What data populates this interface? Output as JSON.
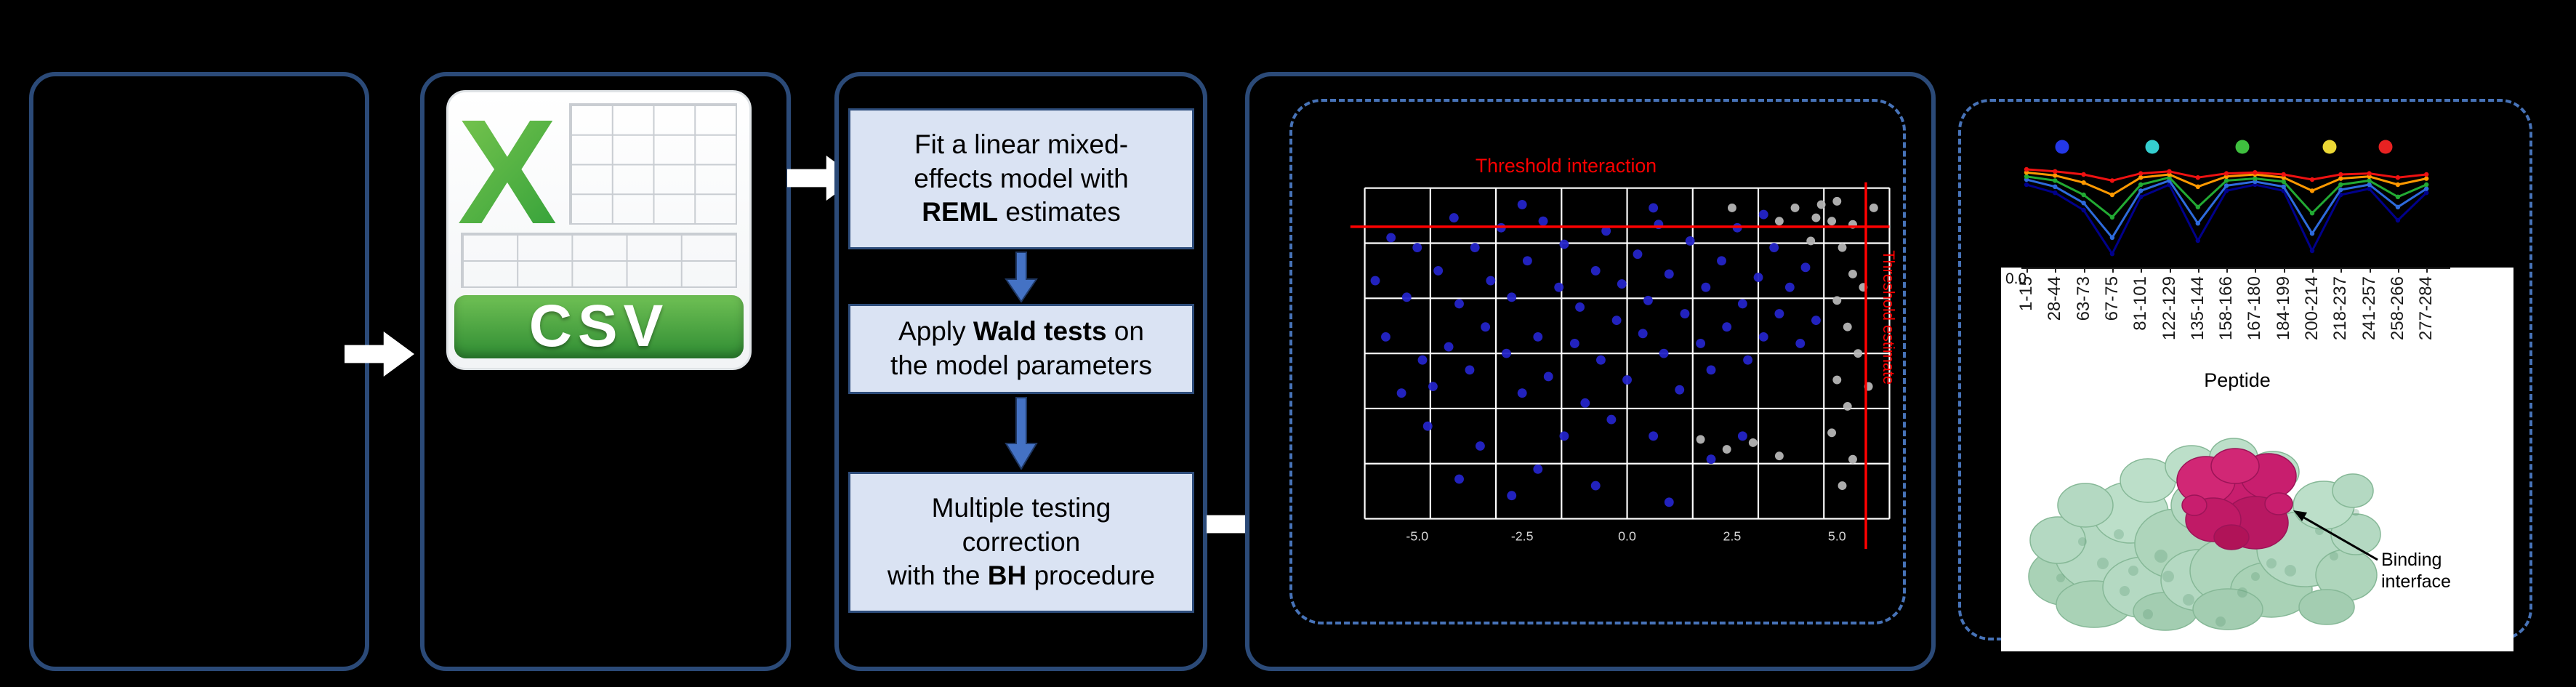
{
  "panels": {
    "csv": {
      "icon_letter": "X",
      "icon_label": "CSV"
    },
    "pipeline": {
      "steps": [
        {
          "id": "reml",
          "lines": [
            [
              {
                "t": "Fit a linear mixed-"
              }
            ],
            [
              {
                "t": "effects model with"
              }
            ],
            [
              {
                "t": "REML",
                "b": true
              },
              {
                "t": " estimates"
              }
            ]
          ]
        },
        {
          "id": "wald",
          "lines": [
            [
              {
                "t": "Apply "
              },
              {
                "t": "Wald tests",
                "b": true
              },
              {
                "t": " on"
              }
            ],
            [
              {
                "t": "the model parameters"
              }
            ]
          ]
        },
        {
          "id": "bh",
          "lines": [
            [
              {
                "t": "Multiple testing"
              }
            ],
            [
              {
                "t": "correction"
              }
            ],
            [
              {
                "t": "with the "
              },
              {
                "t": "BH",
                "b": true
              },
              {
                "t": " procedure"
              }
            ]
          ]
        }
      ]
    }
  },
  "chart_data": [
    {
      "type": "scatter",
      "title": "Threshold interaction",
      "right_label": "Threshold estimate",
      "threshold_color": "#ff0000",
      "grid": {
        "v": 9,
        "h": 7
      },
      "threshold_interaction_frac": 0.117,
      "threshold_estimate_frac": 0.955,
      "x_ticks": [
        "-5.0",
        "-2.5",
        "0.0",
        "2.5",
        "5.0"
      ],
      "x_tick_fracs": [
        0.1,
        0.3,
        0.5,
        0.7,
        0.9
      ],
      "series": [
        {
          "name": "blue",
          "color": "#2424c8",
          "r": 6.5,
          "points": [
            [
              0.02,
              0.28
            ],
            [
              0.04,
              0.45
            ],
            [
              0.05,
              0.15
            ],
            [
              0.07,
              0.62
            ],
            [
              0.08,
              0.33
            ],
            [
              0.1,
              0.18
            ],
            [
              0.11,
              0.52
            ],
            [
              0.13,
              0.6
            ],
            [
              0.14,
              0.25
            ],
            [
              0.16,
              0.48
            ],
            [
              0.17,
              0.09
            ],
            [
              0.18,
              0.35
            ],
            [
              0.2,
              0.55
            ],
            [
              0.21,
              0.18
            ],
            [
              0.23,
              0.42
            ],
            [
              0.24,
              0.28
            ],
            [
              0.26,
              0.12
            ],
            [
              0.27,
              0.5
            ],
            [
              0.28,
              0.33
            ],
            [
              0.3,
              0.62
            ],
            [
              0.3,
              0.05
            ],
            [
              0.31,
              0.22
            ],
            [
              0.33,
              0.45
            ],
            [
              0.34,
              0.1
            ],
            [
              0.35,
              0.57
            ],
            [
              0.37,
              0.3
            ],
            [
              0.38,
              0.17
            ],
            [
              0.4,
              0.47
            ],
            [
              0.41,
              0.36
            ],
            [
              0.42,
              0.65
            ],
            [
              0.44,
              0.25
            ],
            [
              0.45,
              0.52
            ],
            [
              0.46,
              0.13
            ],
            [
              0.48,
              0.4
            ],
            [
              0.49,
              0.29
            ],
            [
              0.5,
              0.58
            ],
            [
              0.52,
              0.2
            ],
            [
              0.53,
              0.44
            ],
            [
              0.54,
              0.34
            ],
            [
              0.55,
              0.06
            ],
            [
              0.56,
              0.11
            ],
            [
              0.57,
              0.5
            ],
            [
              0.58,
              0.26
            ],
            [
              0.6,
              0.61
            ],
            [
              0.61,
              0.38
            ],
            [
              0.62,
              0.16
            ],
            [
              0.64,
              0.47
            ],
            [
              0.65,
              0.3
            ],
            [
              0.66,
              0.55
            ],
            [
              0.68,
              0.22
            ],
            [
              0.69,
              0.42
            ],
            [
              0.71,
              0.12
            ],
            [
              0.72,
              0.35
            ],
            [
              0.73,
              0.52
            ],
            [
              0.75,
              0.27
            ],
            [
              0.76,
              0.08
            ],
            [
              0.76,
              0.45
            ],
            [
              0.78,
              0.18
            ],
            [
              0.79,
              0.38
            ],
            [
              0.81,
              0.3
            ],
            [
              0.83,
              0.47
            ],
            [
              0.84,
              0.24
            ],
            [
              0.86,
              0.4
            ],
            [
              0.12,
              0.72
            ],
            [
              0.22,
              0.78
            ],
            [
              0.33,
              0.85
            ],
            [
              0.44,
              0.9
            ],
            [
              0.47,
              0.7
            ],
            [
              0.55,
              0.75
            ],
            [
              0.66,
              0.82
            ],
            [
              0.28,
              0.93
            ],
            [
              0.58,
              0.95
            ],
            [
              0.18,
              0.88
            ],
            [
              0.72,
              0.75
            ],
            [
              0.38,
              0.75
            ]
          ]
        },
        {
          "name": "gray",
          "color": "#b5b5b5",
          "r": 6,
          "points": [
            [
              0.89,
              0.1
            ],
            [
              0.91,
              0.18
            ],
            [
              0.93,
              0.26
            ],
            [
              0.9,
              0.34
            ],
            [
              0.92,
              0.42
            ],
            [
              0.94,
              0.5
            ],
            [
              0.9,
              0.58
            ],
            [
              0.92,
              0.66
            ],
            [
              0.89,
              0.74
            ],
            [
              0.93,
              0.82
            ],
            [
              0.91,
              0.9
            ],
            [
              0.95,
              0.3
            ],
            [
              0.96,
              0.6
            ],
            [
              0.7,
              0.06
            ],
            [
              0.79,
              0.1
            ],
            [
              0.85,
              0.16
            ],
            [
              0.97,
              0.06
            ],
            [
              0.87,
              0.05
            ],
            [
              0.93,
              0.11
            ],
            [
              0.64,
              0.76
            ],
            [
              0.69,
              0.79
            ],
            [
              0.74,
              0.77
            ],
            [
              0.79,
              0.81
            ],
            [
              0.82,
              0.06
            ],
            [
              0.86,
              0.09
            ],
            [
              0.9,
              0.04
            ]
          ]
        }
      ]
    },
    {
      "type": "line",
      "categories": [
        "1-15",
        "28-44",
        "63-73",
        "67-75",
        "81-101",
        "122-129",
        "135-144",
        "158-166",
        "167-180",
        "184-199",
        "200-214",
        "218-237",
        "241-257",
        "258-266",
        "277-284"
      ],
      "xlabel": "Peptide",
      "y_tick": "0.0",
      "annotation": "Binding interface",
      "condition_dot_colors": [
        "#2438e8",
        "#35cfd0",
        "#3fbf3f",
        "#ecd835",
        "#e82222"
      ],
      "condition_dot_x": [
        113,
        237,
        361,
        481,
        558
      ],
      "series": [
        {
          "name": "navy",
          "color": "#00008b",
          "values": [
            0.8,
            0.72,
            0.55,
            0.12,
            0.68,
            0.8,
            0.25,
            0.74,
            0.8,
            0.74,
            0.15,
            0.7,
            0.76,
            0.45,
            0.72
          ]
        },
        {
          "name": "blue",
          "color": "#2e6bdd",
          "values": [
            0.85,
            0.78,
            0.62,
            0.28,
            0.74,
            0.84,
            0.42,
            0.79,
            0.83,
            0.78,
            0.32,
            0.75,
            0.8,
            0.58,
            0.76
          ]
        },
        {
          "name": "green",
          "color": "#22aa33",
          "values": [
            0.88,
            0.84,
            0.7,
            0.48,
            0.8,
            0.87,
            0.58,
            0.84,
            0.86,
            0.83,
            0.52,
            0.8,
            0.84,
            0.68,
            0.8
          ]
        },
        {
          "name": "orange",
          "color": "#ff9900",
          "values": [
            0.92,
            0.89,
            0.82,
            0.7,
            0.87,
            0.9,
            0.78,
            0.88,
            0.9,
            0.87,
            0.74,
            0.86,
            0.88,
            0.8,
            0.86
          ]
        },
        {
          "name": "red",
          "color": "#ee1111",
          "values": [
            0.95,
            0.93,
            0.9,
            0.84,
            0.91,
            0.93,
            0.87,
            0.91,
            0.92,
            0.9,
            0.85,
            0.9,
            0.91,
            0.87,
            0.9
          ]
        }
      ]
    }
  ]
}
